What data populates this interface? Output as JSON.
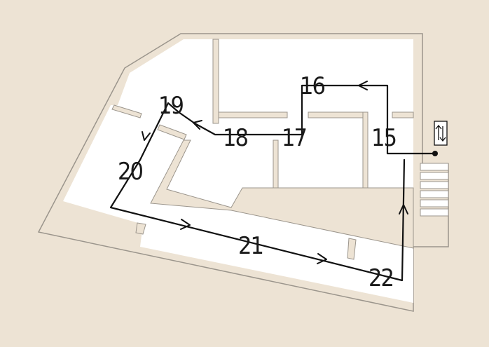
{
  "colors": {
    "background": "#ede3d4",
    "floor": "#ffffff",
    "wall": "#9b958c",
    "route": "#111111"
  },
  "rooms": [
    {
      "id": "16",
      "label": "16"
    },
    {
      "id": "17",
      "label": "17"
    },
    {
      "id": "18",
      "label": "18"
    },
    {
      "id": "19",
      "label": "19"
    },
    {
      "id": "20",
      "label": "20"
    },
    {
      "id": "21",
      "label": "21"
    },
    {
      "id": "22",
      "label": "22"
    },
    {
      "id": "15",
      "label": "15"
    }
  ],
  "icons": {
    "elevator": "elevator-icon",
    "stairs": "stairs-icon",
    "start": "start-point-icon"
  }
}
